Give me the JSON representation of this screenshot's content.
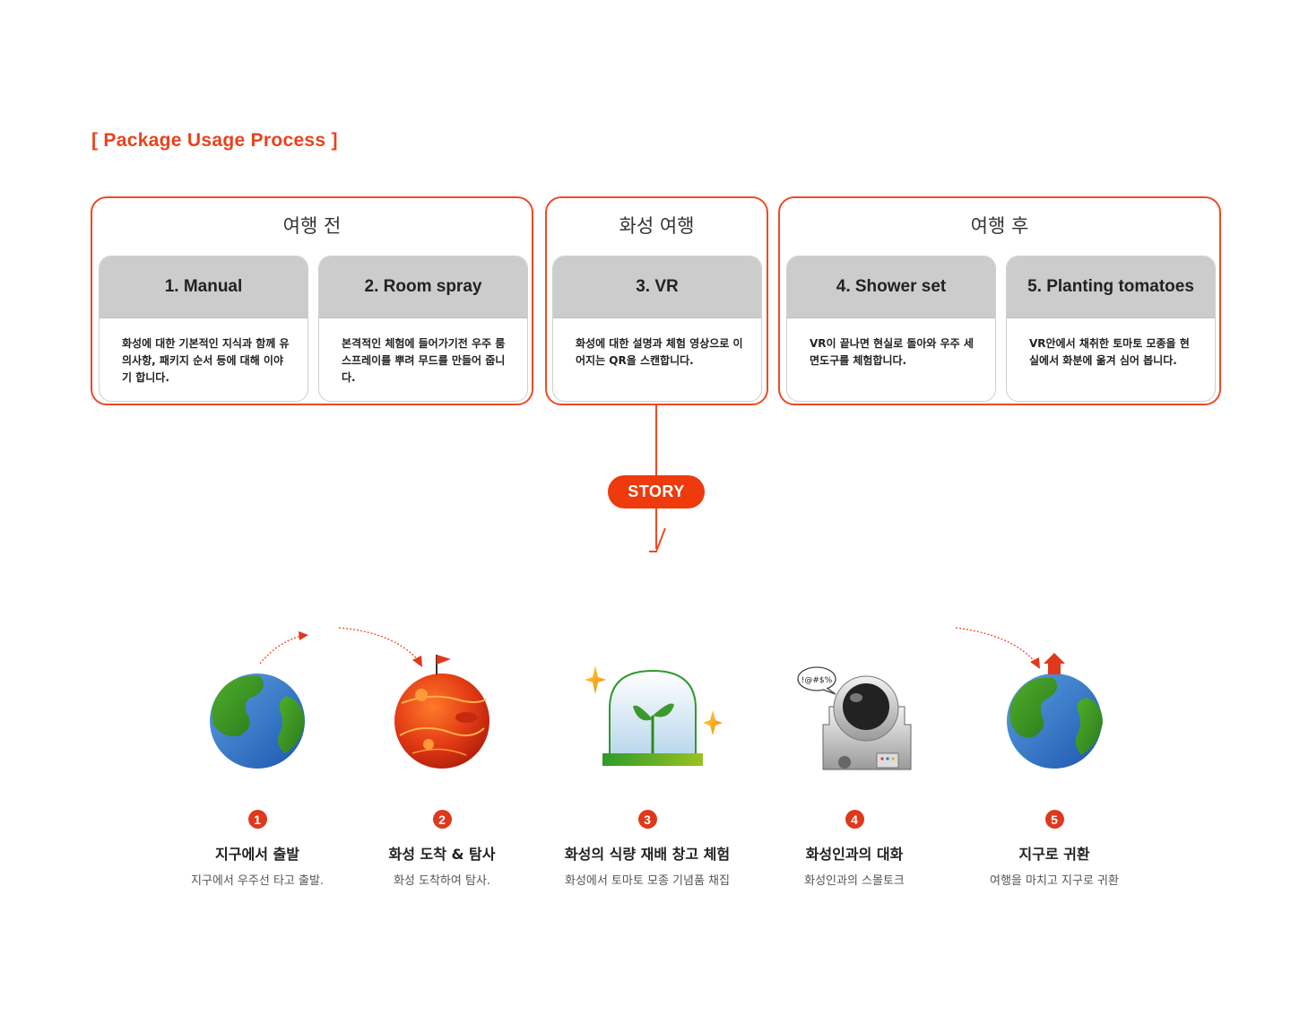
{
  "heading": "[ Package Usage Process  ]",
  "groups": [
    {
      "title": "여행 전",
      "cards": [
        {
          "title": "1. Manual",
          "body": "화성에 대한 기본적인 지식과 함께 유의사항, 패키지 순서 등에 대해 이야기 합니다."
        },
        {
          "title": "2. Room spray",
          "body": "본격적인 체험에 들어가기전 우주 룸 스프레이를 뿌려 무드를 만들어 줍니다."
        }
      ]
    },
    {
      "title": "화성 여행",
      "cards": [
        {
          "title": "3. VR",
          "body": "화성에 대한 설명과 체험 영상으로 이어지는 QR을 스캔합니다."
        }
      ]
    },
    {
      "title": "여행 후",
      "cards": [
        {
          "title": "4. Shower set",
          "body": "VR이 끝나면 현실로 돌아와 우주 세면도구를 체험합니다."
        },
        {
          "title": "5. Planting tomatoes",
          "body": "VR안에서 채취한 토마토 모종을 현실에서 화분에 옮겨 심어 봅니다."
        }
      ]
    }
  ],
  "story_label": "STORY",
  "speech_bubble": "!@#$%",
  "steps": [
    {
      "num": "1",
      "title": "지구에서 출발",
      "desc": "지구에서 우주선 타고 출발.",
      "icon": "earth-icon"
    },
    {
      "num": "2",
      "title": "화성 도착 & 탐사",
      "desc": "화성 도착하여 탐사.",
      "icon": "mars-flag-icon"
    },
    {
      "num": "3",
      "title": "화성의 식량 재배 창고 체험",
      "desc": "화성에서 토마토 모종 기념품 채집",
      "icon": "sprout-dome-icon"
    },
    {
      "num": "4",
      "title": "화성인과의 대화",
      "desc": "화성인과의 스몰토크",
      "icon": "astronaut-icon"
    },
    {
      "num": "5",
      "title": "지구로 귀환",
      "desc": "여행을 마치고 지구로 귀환",
      "icon": "earth-return-icon"
    }
  ],
  "colors": {
    "accent": "#ee4a24",
    "card_header": "#cccccc",
    "mars": "#e0381c",
    "earth_blue": "#2f73c9",
    "earth_green": "#3c9a2c"
  }
}
